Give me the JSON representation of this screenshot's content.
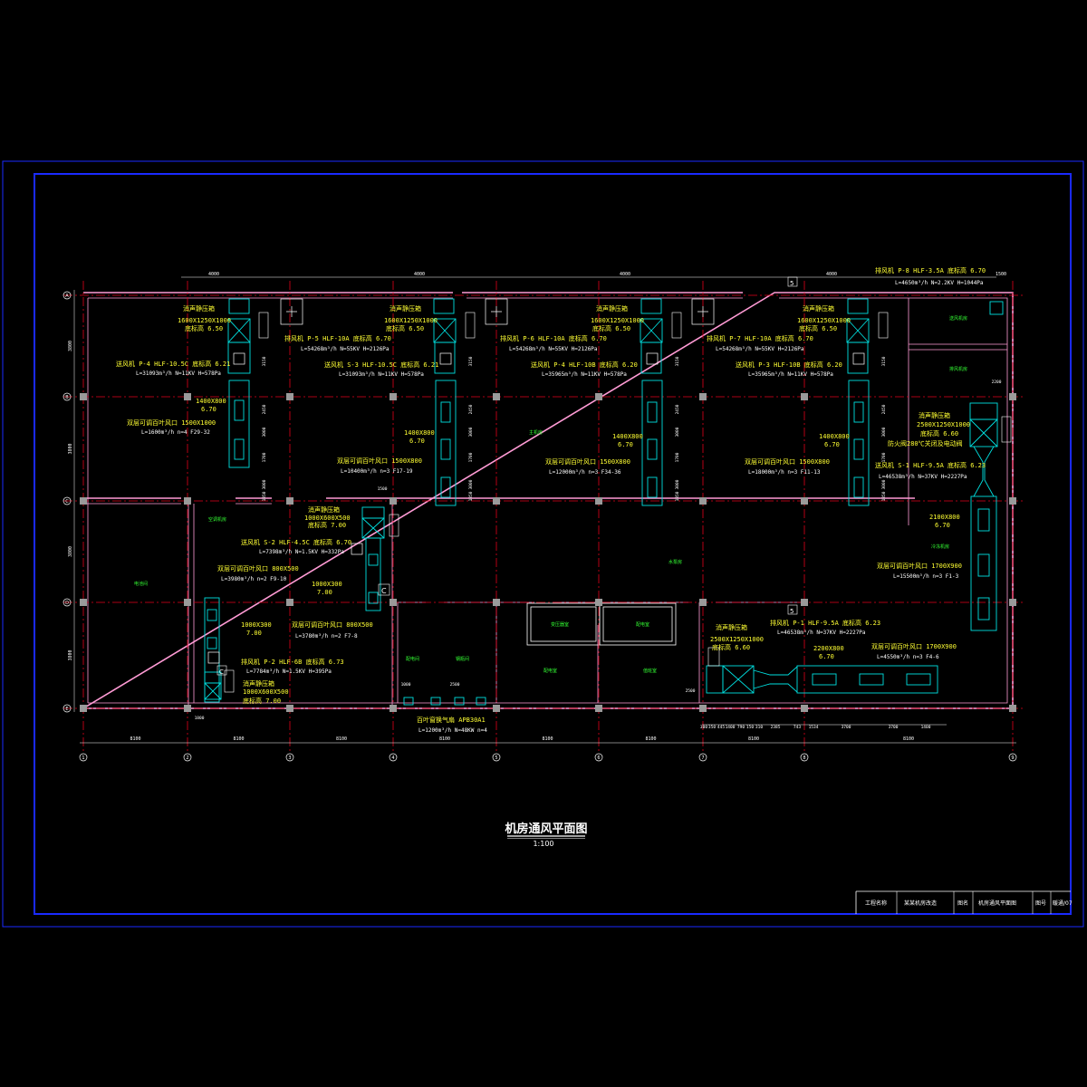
{
  "drawing": {
    "title": "机房通风平面图",
    "scale": "1:100",
    "colors": {
      "border": "#1a2aff",
      "wall": "#ff9bd5",
      "axis": "#e2001a",
      "duct": "#00e0e0",
      "text": "#ffff33",
      "dim": "#ffffff",
      "room": "#33ff33",
      "column": "#9a9a9a"
    }
  },
  "title_block": {
    "c1": "工程名称",
    "c2": "某某机房改造",
    "c3": "图名",
    "c4": "机房通风平面图",
    "c5": "图号",
    "c6": "暖通/07"
  },
  "axes": {
    "cols": [
      "1",
      "2",
      "3",
      "4",
      "5",
      "6",
      "7",
      "8",
      "9"
    ],
    "rows": [
      "A",
      "B",
      "C",
      "D",
      "E"
    ],
    "col_dims": [
      "8100",
      "8100",
      "8100",
      "8100",
      "8100",
      "8100",
      "8100",
      "8100"
    ],
    "row_dims": [
      "3800",
      "3800",
      "3800",
      "3800",
      "3800"
    ]
  },
  "units": [
    {
      "id": "u1",
      "name": "送风机 P-4 HLF-10.5C 底标高 6.21",
      "flow": "L=31093m³/h N=11KV H=578Pa",
      "hood_label": "消声静压箱",
      "hood_spec": "1600X1250X1000",
      "hood_elev": "底标高 6.50",
      "duct": "1400X800",
      "duct_elev": "6.70",
      "outlet": "双层可调百叶风口 1500X1000",
      "outlet_flow": "L=1600m³/h n=4 F29-32"
    },
    {
      "id": "u2",
      "name": "排风机 P-5 HLF-10A 底标高 6.70",
      "flow": "L=54268m³/h N=55KV H=2126Pa",
      "name2": "送风机 S-3 HLF-10.5C 底标高 6.21",
      "flow2": "L=31093m³/h N=11KV H=578Pa",
      "hood_label": "消声静压箱",
      "hood_spec": "1600X1250X1000",
      "hood_elev": "底标高 6.50",
      "duct": "1400X800",
      "duct_elev": "6.70",
      "outlet": "双层可调百叶风口 1500X800",
      "outlet_flow": "L=10400m³/h n=3 F17-19"
    },
    {
      "id": "u3",
      "name": "排风机 P-6 HLF-10A 底标高 6.70",
      "flow": "L=54268m³/h N=55KV H=2126Pa",
      "name2": "送风机 P-4 HLF-10B 底标高 6.20",
      "flow2": "L=35965m³/h N=11KV H=578Pa",
      "hood_label": "消声静压箱",
      "hood_spec": "1600X1250X1000",
      "hood_elev": "底标高 6.50",
      "duct": "1400X800",
      "duct_elev": "6.70",
      "outlet": "双层可调百叶风口 1500X800",
      "outlet_flow": "L=12000m³/h n=3 F34-36"
    },
    {
      "id": "u4",
      "name": "排风机 P-7 HLF-10A 底标高 6.70",
      "flow": "L=54268m³/h N=55KV H=2126Pa",
      "name2": "送风机 P-3 HLF-10B 底标高 6.20",
      "flow2": "L=35965m³/h N=11KV H=578Pa",
      "hood_label": "消声静压箱",
      "hood_spec": "1600X1250X1000",
      "hood_elev": "底标高 6.50",
      "duct": "1400X800",
      "duct_elev": "6.70",
      "outlet": "双层可调百叶风口 1500X800",
      "outlet_flow": "L=18000m³/h n=3 F11-13"
    },
    {
      "id": "u5",
      "name": "排风机 P-8 HLF-3.5A 底标高 6.70",
      "flow": "L=4650m³/h N=2.2KV H=1044Pa"
    },
    {
      "id": "u6",
      "name": "送风机 S-2 HLF-4.5C 底标高 6.70",
      "flow": "L=7398m³/h N=1.5KV H=332Pa",
      "hood_label": "消声静压箱",
      "hood_spec": "1000X600X500",
      "hood_elev": "底标高 7.00",
      "duct": "1000X300",
      "duct_elev": "7.00",
      "outlet": "双层可调百叶风口 800X500",
      "outlet_flow": "L=3980m³/h n=2 F9-10"
    },
    {
      "id": "u7",
      "name": "排风机 P-2 HLF-6B 底标高 6.73",
      "flow": "L=7784m³/h N=1.5KV H=395Pa",
      "hood_label": "消声静压箱",
      "hood_spec": "1000X600X500",
      "hood_elev": "底标高 7.00",
      "duct": "1000X300",
      "duct_elev": "7.00",
      "outlet": "双层可调百叶风口 800X500",
      "outlet_flow": "L=3780m³/h n=2 F7-8"
    },
    {
      "id": "u8",
      "name": "排风机 P-1 HLF-9.5A 底标高 6.23",
      "flow": "L=46538m³/h N=37KV H=2227Pa",
      "hood_label": "消声静压箱",
      "hood_spec": "2500X1250X1000",
      "hood_elev": "底标高 6.60",
      "duct": "2200X800",
      "duct_elev": "6.70",
      "outlet": "双层可调百叶风口 1700X900",
      "outlet_flow": "L=4550m³/h n=3 F4-6"
    },
    {
      "id": "u9",
      "name": "送风机 S-1 HLF-9.5A 底标高 6.23",
      "flow": "L=46538m³/h N=37KV H=2227Pa",
      "hood_label": "消声静压箱",
      "hood_spec": "2500X1250X1000",
      "hood_elev": "底标高 6.60",
      "duct": "2100X800",
      "duct_elev": "6.70",
      "outlet": "双层可调百叶风口 1700X900",
      "outlet_flow": "L=15500m³/h n=3 F1-3",
      "note": "防火阀280℃关闭及电动阀"
    },
    {
      "id": "u10",
      "name": "百叶窗换气扇 APB30A1",
      "flow": "L=1200m³/h N=48KW n=4"
    }
  ],
  "rooms": [
    "空调机房",
    "电池间",
    "配电间",
    "钢瓶间",
    "主机房",
    "变压器室",
    "配电室",
    "配电室",
    "值班室",
    "水泵房",
    "冷冻机房",
    "送风机房",
    "排风机房"
  ],
  "dims": {
    "top": [
      "4000",
      "4000",
      "4000",
      "4000",
      "1500"
    ],
    "seg": [
      "3150",
      "2450",
      "3000",
      "1700",
      "3000",
      "1850"
    ],
    "bottom": [
      "300",
      "350",
      "445",
      "1400",
      "790",
      "150",
      "310",
      "2385",
      "743",
      "1534",
      "3700",
      "3700",
      "1400"
    ],
    "misc": [
      "1800",
      "1000",
      "2500",
      "1500",
      "2500",
      "2200"
    ]
  },
  "tags": {
    "c1": "C",
    "c2": "C",
    "s2": "5",
    "s5": "5"
  }
}
